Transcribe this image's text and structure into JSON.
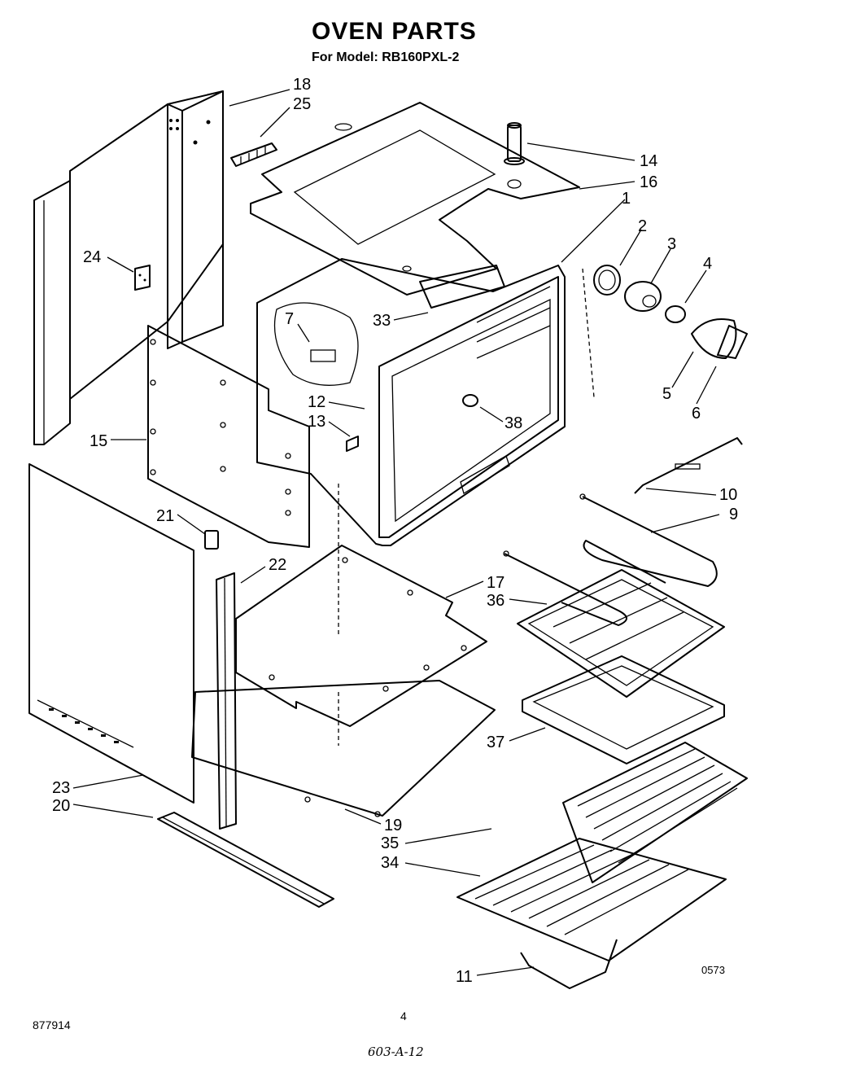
{
  "header": {
    "title": "OVEN PARTS",
    "subtitle": "For Model: RB160PXL-2"
  },
  "callouts": [
    "18",
    "25",
    "14",
    "16",
    "1",
    "2",
    "3",
    "4",
    "24",
    "7",
    "33",
    "5",
    "6",
    "12",
    "13",
    "38",
    "15",
    "10",
    "9",
    "21",
    "22",
    "17",
    "36",
    "37",
    "23",
    "20",
    "19",
    "35",
    "34",
    "11"
  ],
  "footer": {
    "diagram_code": "0573",
    "doc_number": "877914",
    "page_number": "4",
    "handwritten_note": "603-A-12"
  }
}
